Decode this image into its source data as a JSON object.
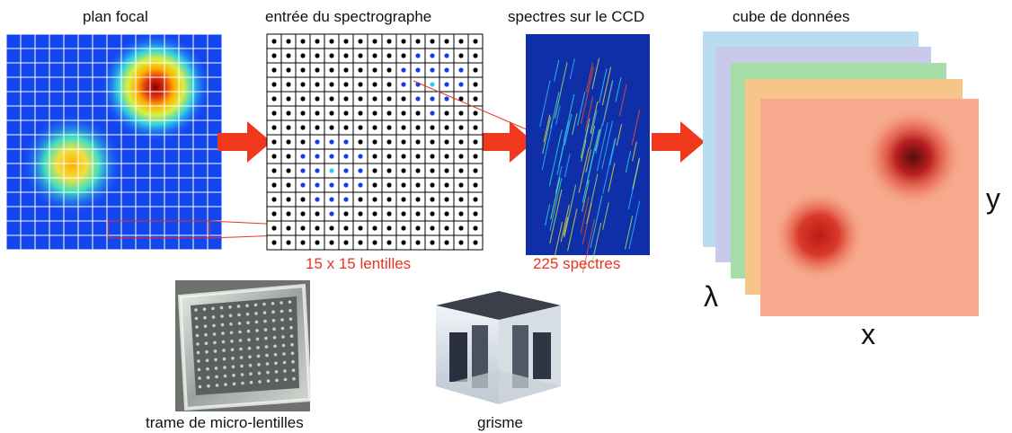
{
  "labels": {
    "focal_plane": "plan focal",
    "spectrograph_input": "entrée du spectrographe",
    "ccd_spectra": "spectres sur le CCD",
    "data_cube": "cube de données",
    "lenslet_count": "15 x 15 lentilles",
    "spectra_count": "225 spectres",
    "lenslet_array_photo": "trame de micro-lentilles",
    "grism_photo": "grisme",
    "axis_y": "y",
    "axis_x": "x",
    "axis_lambda": "λ"
  },
  "colors": {
    "arrow": "#f0391c",
    "annotation": "#e8331e",
    "grid_line": "#ffffff",
    "cube_layers": [
      "#b9dcef",
      "#c9c9ec",
      "#a6dca6",
      "#f7c58a",
      "#f6a98c"
    ]
  }
}
